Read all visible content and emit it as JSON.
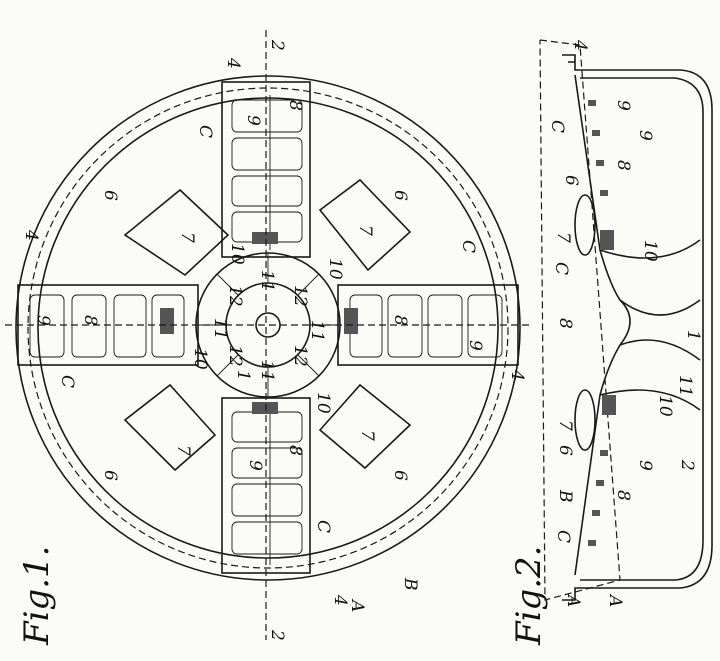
{
  "figures": {
    "fig1_title": "Fig.1.",
    "fig2_title": "Fig.2."
  },
  "fig1_labels": {
    "six": "6",
    "seven": "7",
    "c": "C",
    "four": "4",
    "two": "2",
    "a": "A",
    "b": "B",
    "eight": "8",
    "nine": "9",
    "ten": "10",
    "eleven": "11",
    "twelve": "12",
    "one": "1"
  },
  "fig2_labels": {
    "four": "4",
    "c": "C",
    "six": "6",
    "seven": "7",
    "eight": "8",
    "nine": "9",
    "ten": "10",
    "eleven": "11",
    "one": "1",
    "two": "2",
    "a": "A",
    "b": "B"
  }
}
